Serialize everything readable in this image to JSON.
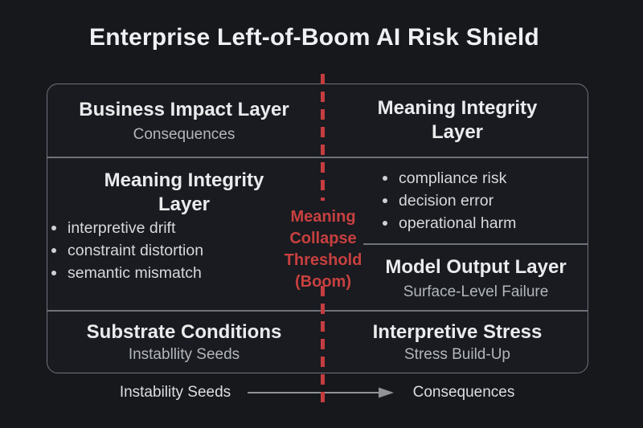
{
  "title": "Enterprise Left-of-Boom AI Risk Shield",
  "colors": {
    "background": "#16181c",
    "frame_border": "#6e727a",
    "heading_text": "#e9ebed",
    "subtext": "#b2b6ba",
    "bullet_text": "#d6d8da",
    "accent_red": "#c8403f",
    "arrow_gray": "#8f9296"
  },
  "grid": {
    "business_impact": {
      "title": "Business Impact Layer",
      "subtitle": "Consequences"
    },
    "meaning_integrity_right": {
      "title": "Meaning Integrity\nLayer"
    },
    "meaning_integrity_left": {
      "title": "Meaning Integrity\nLayer",
      "bullets": [
        "interpretive drift",
        "constraint distortion",
        "semantic mismatch"
      ]
    },
    "consequence_bullets": [
      "compliance risk",
      "decision error",
      "operational harm"
    ],
    "model_output": {
      "title": "Model Output Layer",
      "subtitle": "Surface-Level Failure"
    },
    "substrate_conditions": {
      "title": "Substrate Conditions",
      "subtitle": "Instabllity Seeds"
    },
    "interpretive_stress": {
      "title": "Interpretive Stress",
      "subtitle": "Stress Build-Up"
    }
  },
  "threshold": {
    "label": "Meaning\nCollapse\nThreshold\n(Boom)"
  },
  "flow_axis": {
    "left_label": "Instability Seeds",
    "right_label": "Consequences"
  }
}
